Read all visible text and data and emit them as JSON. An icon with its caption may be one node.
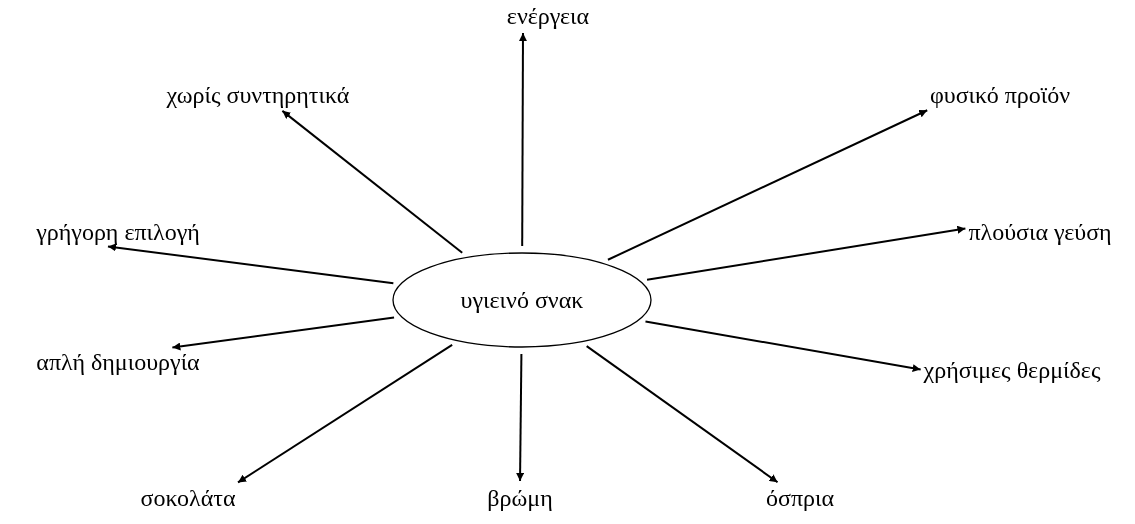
{
  "diagram": {
    "nodes": [
      {
        "text": [
          "υγιεινό σνακ"
        ]
      },
      {
        "text": [
          "ενέργεια"
        ]
      },
      {
        "text": [
          "χωρίς συντηρητικά"
        ]
      },
      {
        "text": [
          "φυσικό προϊόν"
        ]
      },
      {
        "text": [
          "γρήγορη επιλογή"
        ]
      },
      {
        "text": [
          "πλούσια γεύση"
        ]
      },
      {
        "text": [
          "απλή δημιουργία"
        ]
      },
      {
        "text": [
          "χρήσιμες θερμίδες"
        ]
      },
      {
        "text": [
          "σοκολάτα"
        ]
      },
      {
        "text": [
          "βρώμη"
        ]
      },
      {
        "text": [
          "όσπρια"
        ]
      }
    ],
    "edges": [
      {
        "from": 0,
        "to": 1,
        "arrow": "to"
      },
      {
        "from": 0,
        "to": 2,
        "arrow": "to"
      },
      {
        "from": 0,
        "to": 3,
        "arrow": "to"
      },
      {
        "from": 0,
        "to": 4,
        "arrow": "to"
      },
      {
        "from": 0,
        "to": 5,
        "arrow": "to"
      },
      {
        "from": 0,
        "to": 6,
        "arrow": "to"
      },
      {
        "from": 0,
        "to": 7,
        "arrow": "to"
      },
      {
        "from": 0,
        "to": 8,
        "arrow": "to"
      },
      {
        "from": 0,
        "to": 9,
        "arrow": "to"
      },
      {
        "from": 0,
        "to": 10,
        "arrow": "to"
      }
    ]
  }
}
